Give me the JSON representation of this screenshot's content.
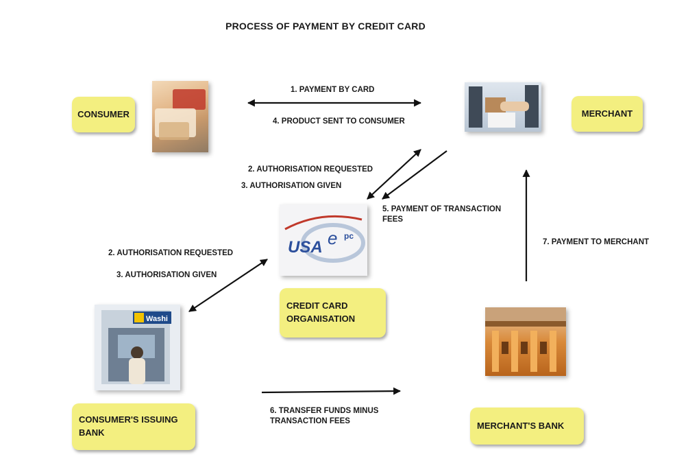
{
  "title": "PROCESS OF PAYMENT BY CREDIT CARD",
  "nodes": {
    "consumer": "CONSUMER",
    "merchant": "MERCHANT",
    "credit_card_org": [
      "CREDIT CARD",
      "ORGANISATION"
    ],
    "issuing_bank": [
      "CONSUMER'S ISSUING",
      "BANK"
    ],
    "merchant_bank": "MERCHANT'S BANK"
  },
  "images": {
    "credit_card_logo": "USA e pc",
    "atm_sign": "Washi"
  },
  "labels": {
    "payment_by_card": "1. PAYMENT BY CARD",
    "product_sent": "4. PRODUCT SENT TO CONSUMER",
    "auth_requested_top": "2. AUTHORISATION REQUESTED",
    "auth_given_top": "3. AUTHORISATION GIVEN",
    "payment_fees": [
      "5. PAYMENT OF TRANSACTION",
      "FEES"
    ],
    "auth_requested_left": "2. AUTHORISATION REQUESTED",
    "auth_given_left": "3. AUTHORISATION GIVEN",
    "payment_to_merchant": "7. PAYMENT TO MERCHANT",
    "transfer_funds": [
      "6. TRANSFER FUNDS MINUS",
      "TRANSACTION FEES"
    ]
  }
}
